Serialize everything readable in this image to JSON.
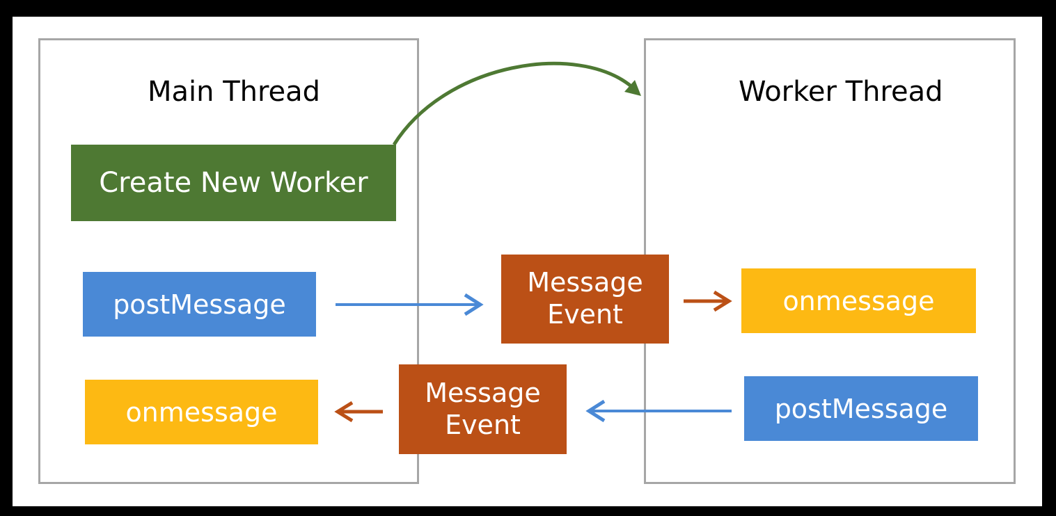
{
  "main_thread": {
    "title": "Main Thread",
    "create_worker": "Create New Worker",
    "post_message": "postMessage",
    "on_message": "onmessage"
  },
  "worker_thread": {
    "title": "Worker Thread",
    "post_message": "postMessage",
    "on_message": "onmessage"
  },
  "message_event_outbound": {
    "line1": "Message",
    "line2": "Event"
  },
  "message_event_inbound": {
    "line1": "Message",
    "line2": "Event"
  },
  "colors": {
    "green": "#4e7933",
    "blue": "#4a89d6",
    "orange": "#bb5016",
    "yellow": "#fdb913",
    "panel_border": "#a6a6a6"
  }
}
